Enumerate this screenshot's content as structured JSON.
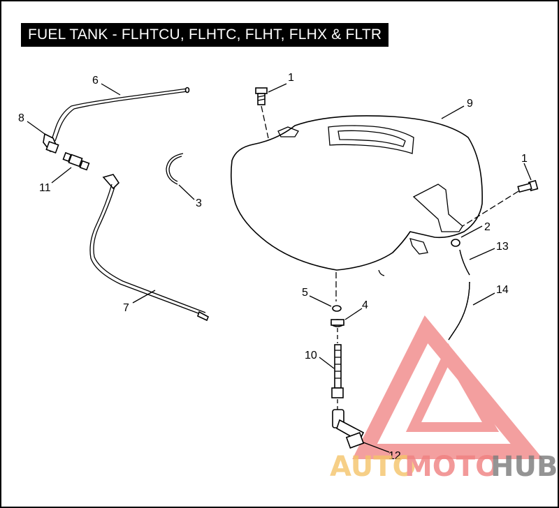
{
  "title": "FUEL TANK - FLHTCU, FLHTC, FLHT, FLHX & FLTR",
  "callouts": {
    "c1a": "1",
    "c1b": "1",
    "c2": "2",
    "c3": "3",
    "c4": "4",
    "c5": "5",
    "c6": "6",
    "c7": "7",
    "c8": "8",
    "c9": "9",
    "c10": "10",
    "c11": "11",
    "c12": "12",
    "c13": "13",
    "c14": "14"
  },
  "watermark": {
    "part1": "AUTO",
    "part2": "MOTO",
    "part3": "HUB",
    "color_accent": "#f08080",
    "color_light": "#f5c46a",
    "color_dark": "#7a7a7a"
  }
}
